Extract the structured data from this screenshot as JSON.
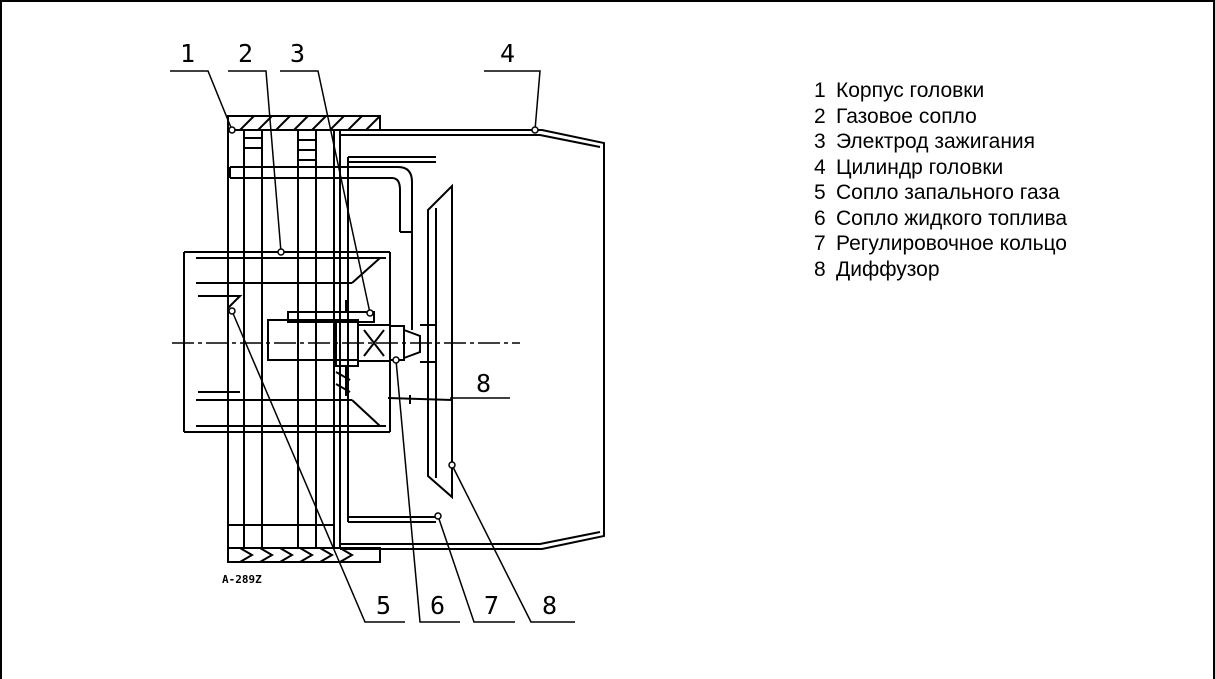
{
  "drawing_code": "A-289Z",
  "callouts": {
    "c1": "1",
    "c2": "2",
    "c3": "3",
    "c4": "4",
    "c5": "5",
    "c6": "6",
    "c7": "7",
    "c8a": "8",
    "c8b": "8"
  },
  "legend": [
    {
      "num": "1",
      "label": "Корпус головки"
    },
    {
      "num": "2",
      "label": "Газовое сопло"
    },
    {
      "num": "3",
      "label": "Электрод зажигания"
    },
    {
      "num": "4",
      "label": "Цилиндр головки"
    },
    {
      "num": "5",
      "label": "Сопло запального газа"
    },
    {
      "num": "6",
      "label": "Сопло жидкого топлива"
    },
    {
      "num": "7",
      "label": "Регулировочное кольцо"
    },
    {
      "num": "8",
      "label": "Диффузор"
    }
  ]
}
